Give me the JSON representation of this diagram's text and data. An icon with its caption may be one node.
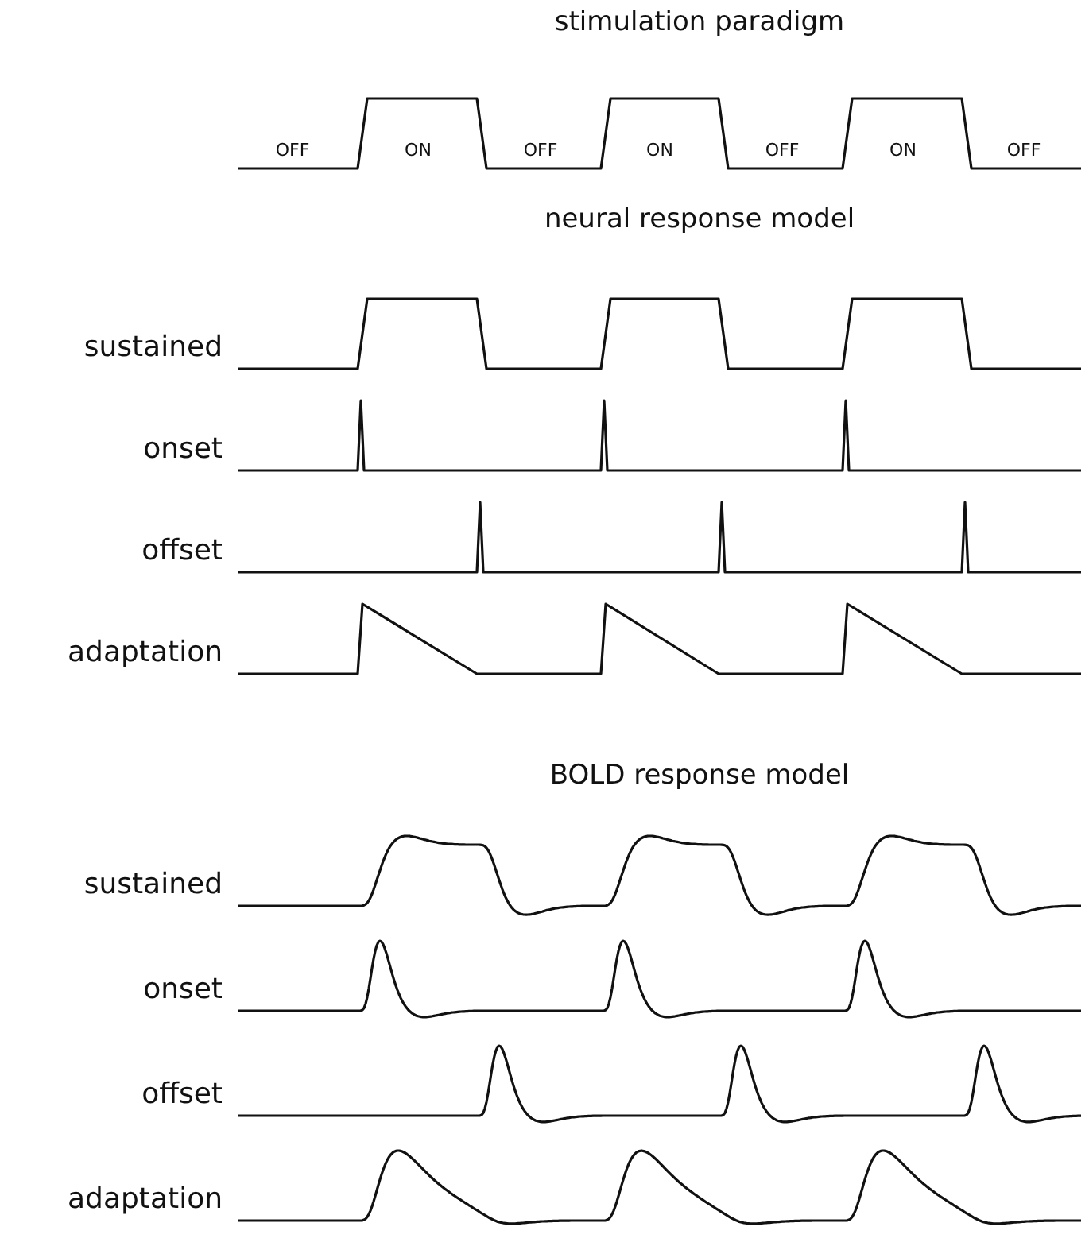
{
  "diagram": {
    "labels": [
      "stimulation paradigm",
      "OFF",
      "ON",
      "OFF",
      "ON",
      "OFF",
      "ON",
      "OFF",
      "neural response model",
      "sustained",
      "onset",
      "offset",
      "adaptation",
      "BOLD response model",
      "sustained",
      "onset",
      "offset",
      "adaptation"
    ]
  }
}
